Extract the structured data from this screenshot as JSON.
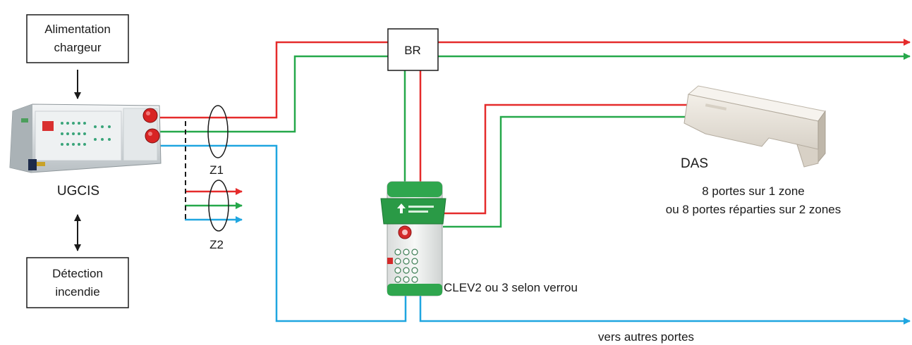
{
  "boxes": {
    "power": {
      "line1": "Alimentation",
      "line2": "chargeur"
    },
    "detection": {
      "line1": "Détection",
      "line2": "incendie"
    },
    "br": {
      "label": "BR"
    }
  },
  "labels": {
    "ugcis": "UGCIS",
    "z1": "Z1",
    "z2": "Z2",
    "das": "DAS",
    "das_note_1": "8 portes sur 1  zone",
    "das_note_2": "ou 8 portes réparties sur 2  zones",
    "clev": "CLEV2 ou 3 selon   verrou",
    "other_doors": "vers  autres portes"
  },
  "colors": {
    "red": "#e52b2b",
    "green": "#25a84a",
    "blue": "#1fa6e0",
    "black": "#1a1a1a"
  },
  "icons": {
    "ugcis": "control-panel-device",
    "clev": "door-release-keypad-unit",
    "das": "door-holder-device"
  }
}
